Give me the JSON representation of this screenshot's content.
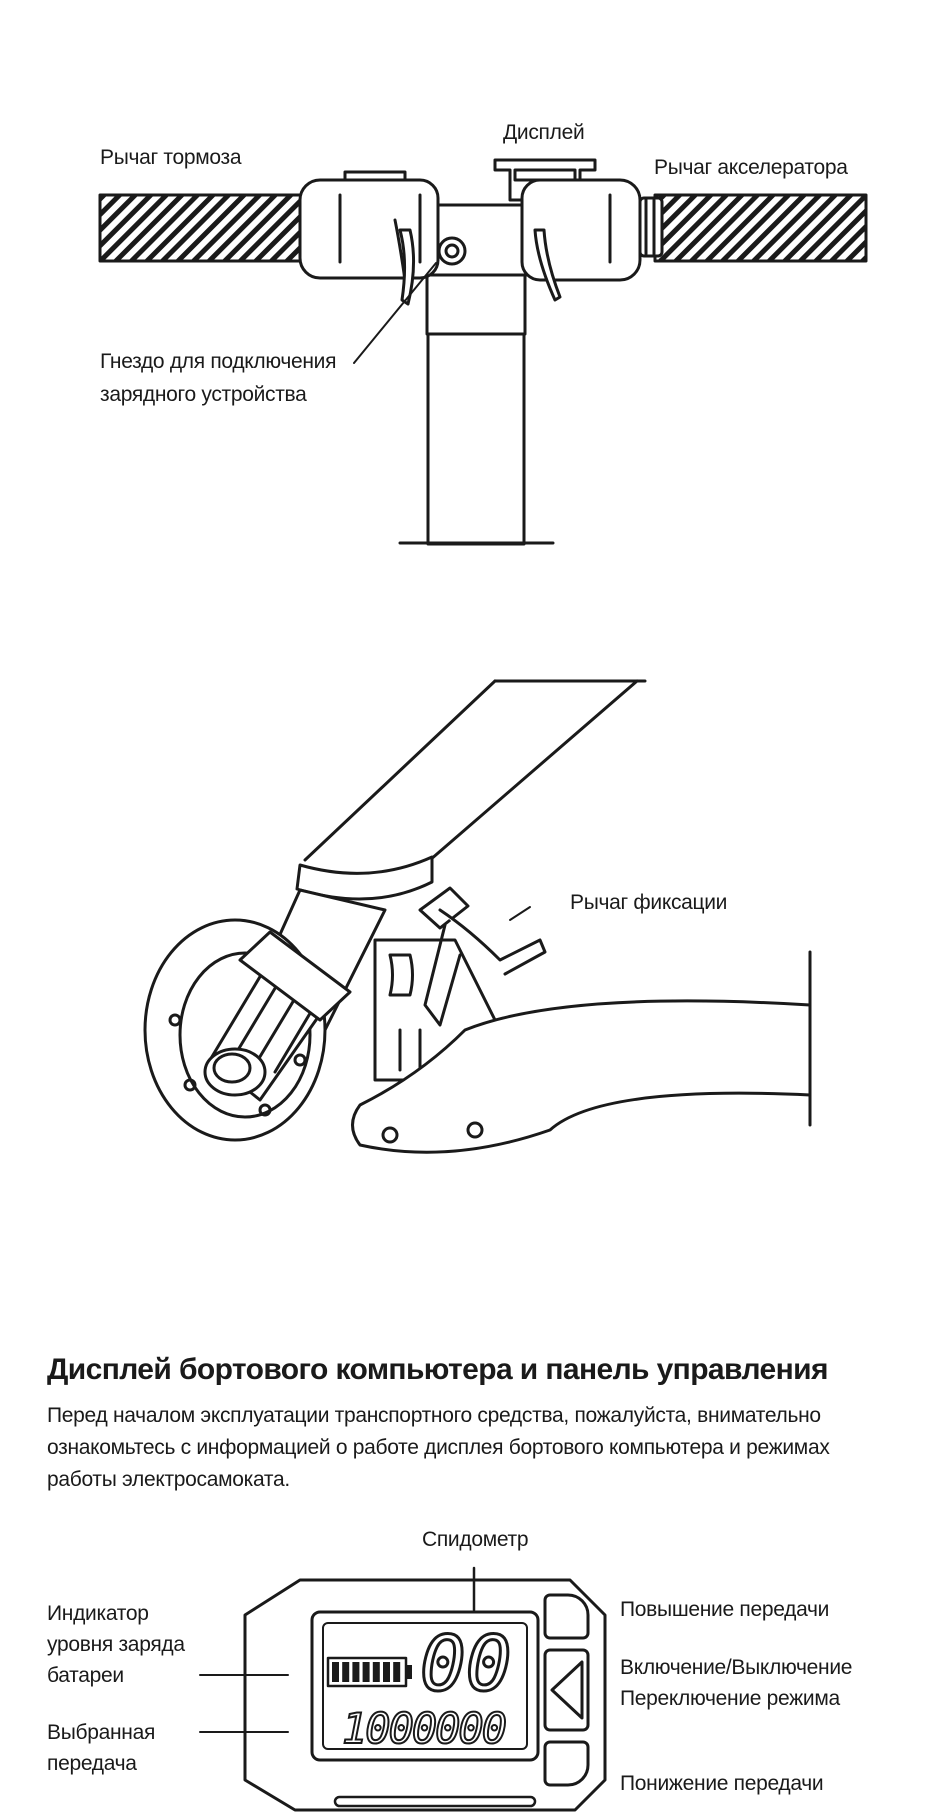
{
  "figure1": {
    "labels": {
      "brake_lever": "Рычаг тормоза",
      "display": "Дисплей",
      "throttle_lever": "Рычаг акселератора",
      "charging_port": "Гнездо для подключения\nзарядного устройства"
    }
  },
  "figure2": {
    "labels": {
      "lock_lever": "Рычаг фиксации"
    }
  },
  "section": {
    "title": "Дисплей бортового компьютера и панель управления",
    "intro": "Перед началом эксплуатации транспортного средства, пожалуйста, внимательно ознакомьтесь с информацией о работе дисплея бортового компьютера и режимах работы электросамоката."
  },
  "figure3": {
    "labels": {
      "speedometer": "Спидометр",
      "battery_indicator": "Индикатор\nуровня заряда\nбатареи",
      "selected_gear": "Выбранная\nпередача",
      "gear_up": "Повышение передачи",
      "power_mode": "Включение/Выключение\nПереключение режима",
      "gear_down": "Понижение передачи"
    },
    "screen": {
      "speed": "00",
      "odometer": "1000000",
      "battery_segments": 7
    }
  }
}
